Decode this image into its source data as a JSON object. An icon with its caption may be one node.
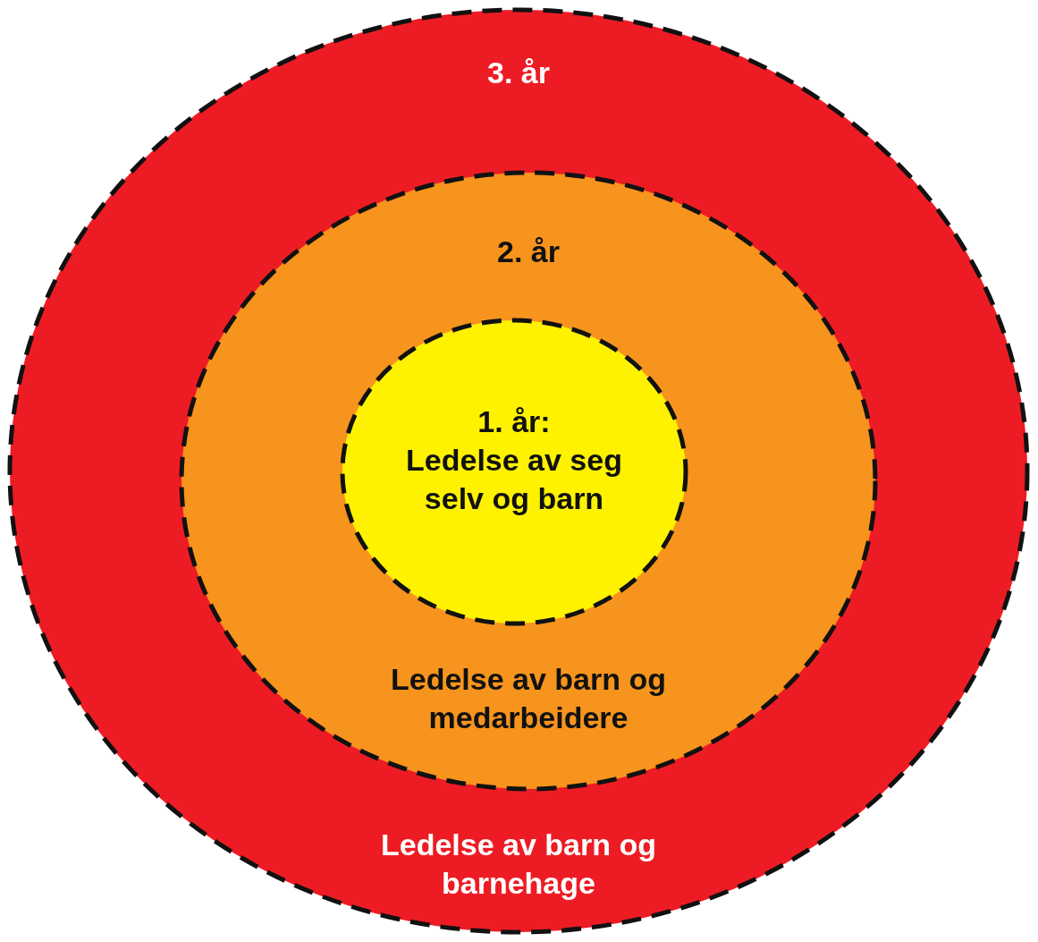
{
  "diagram": {
    "nodes": [
      {
        "text": [
          "3. år",
          "Ledelse av barn og barnehage"
        ]
      },
      {
        "text": [
          "2. år",
          "Ledelse av barn og medarbeidere"
        ],
        "in": 0
      },
      {
        "text": [
          "1. år:",
          "Ledelse av seg selv og barn"
        ],
        "in": 1
      }
    ]
  }
}
